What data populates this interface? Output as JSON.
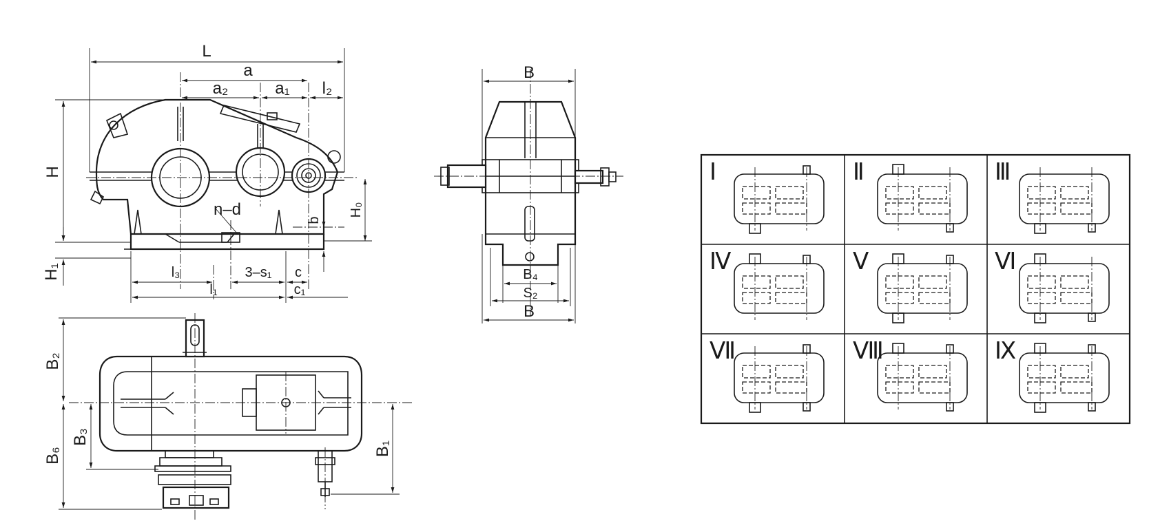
{
  "labels": {
    "L": "L",
    "a": "a",
    "a2": "a₂",
    "a1": "a₁",
    "l2": "l₂",
    "H": "H",
    "H0": "H₀",
    "H1": "H₁",
    "b": "b",
    "nd": "n–d",
    "l3": "l₃",
    "s1": "3–s₁",
    "c": "c",
    "c1": "c₁",
    "l1": "l₁",
    "B_top": "B",
    "B4": "B₄",
    "S2": "S₂",
    "B_bottom": "B",
    "B2": "B₂",
    "B3": "B₃",
    "B6": "B₆",
    "B1": "B₁"
  },
  "configurations": [
    "Ⅰ",
    "Ⅱ",
    "Ⅲ",
    "Ⅳ",
    "Ⅴ",
    "Ⅵ",
    "Ⅶ",
    "Ⅷ",
    "Ⅸ"
  ]
}
